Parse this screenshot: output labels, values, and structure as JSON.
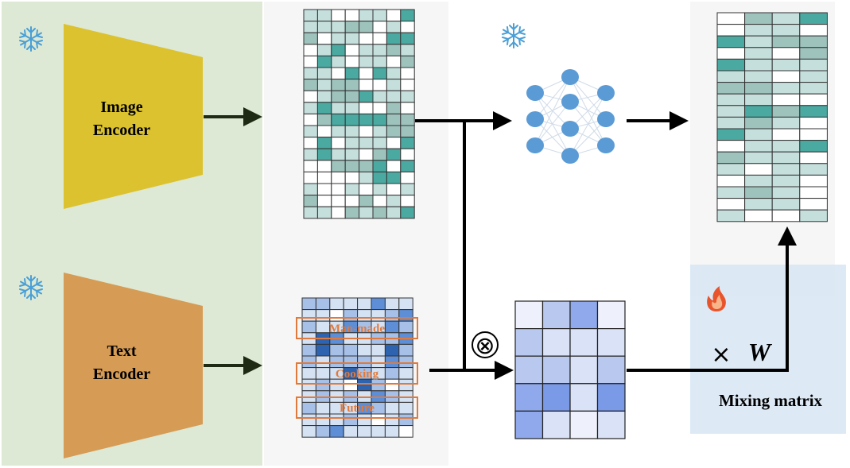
{
  "encoders": {
    "image_label_line1": "Image",
    "image_label_line2": "Encoder",
    "text_label_line1": "Text",
    "text_label_line2": "Encoder"
  },
  "text_concepts": [
    "Man-made",
    "Cooking",
    "Future"
  ],
  "operator": "⊗",
  "mixing": {
    "symbol": "×",
    "variable": "W",
    "label": "Mixing matrix"
  },
  "icons": {
    "frozen": "snowflake-icon",
    "trainable": "flame-icon"
  },
  "colors": {
    "left_panel": "#dde9d4",
    "mid_panel": "#f6f6f6",
    "right_panel": "#f6f6f6",
    "mixing_panel": "#d7e6f5",
    "image_encoder": "#dcc22e",
    "text_encoder": "#d69b54",
    "snowflake": "#4a9fd6",
    "flame": "#e8552c",
    "nn_node": "#5b9bd5",
    "teal": [
      "#ffffff",
      "#c5dfdc",
      "#9ec3bd",
      "#4aaaa2"
    ],
    "blue": [
      "#ffffff",
      "#d4e2f4",
      "#a7c0e8",
      "#5d8ed6",
      "#2e63b0"
    ],
    "mix": [
      "#eef0fb",
      "#d9e2f6",
      "#b8c8ee",
      "#8fa9ec",
      "#7a9ae8"
    ],
    "concept_box": "#e07a3c"
  }
}
